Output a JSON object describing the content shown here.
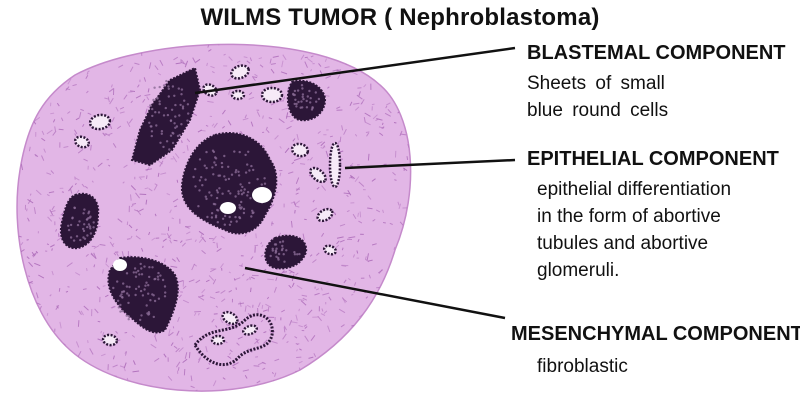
{
  "title": "WILMS TUMOR ( Nephroblastoma)",
  "colors": {
    "stroma": "#e2b6e6",
    "stroma_fiber": "#b070bc",
    "cell_dark": "#2c1638",
    "cell_light": "#ffffff",
    "leader_line": "#111111"
  },
  "components": {
    "blastemal": {
      "heading": "BLASTEMAL COMPONENT",
      "lines": [
        "Sheets of small",
        "blue round cells"
      ]
    },
    "epithelial": {
      "heading": "EPITHELIAL COMPONENT",
      "lines": [
        "epithelial differentiation",
        "in the form of abortive",
        "tubules and abortive",
        "glomeruli."
      ]
    },
    "mesenchymal": {
      "heading": "MESENCHYMAL COMPONENT",
      "lines": [
        "fibroblastic"
      ]
    }
  }
}
